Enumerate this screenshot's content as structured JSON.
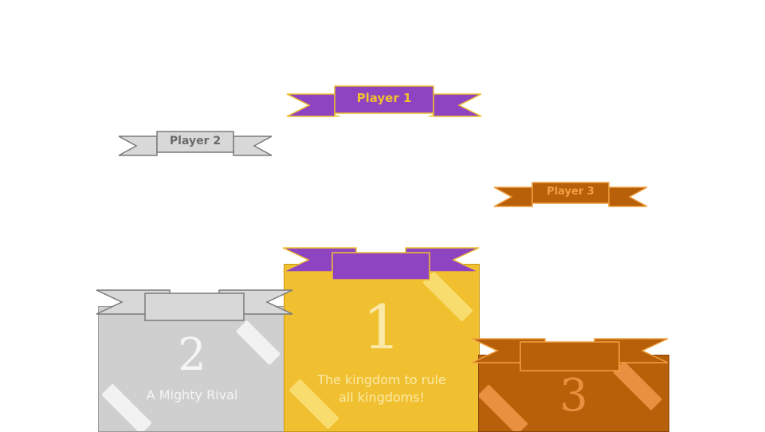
{
  "players": {
    "first": {
      "name": "Player 1",
      "color": "#8e44c0",
      "outline": "#f0c030",
      "text": "#f0c030"
    },
    "second": {
      "name": "Player 2",
      "color": "#d8d8d8",
      "outline": "#7a7a7a",
      "text": "#6a6a6a"
    },
    "third": {
      "name": "Player 3",
      "color": "#b85f0a",
      "outline": "#f0a040",
      "text": "#f0a040"
    }
  },
  "podium": {
    "first": {
      "rank": "1",
      "title_line1": "The kingdom to rule",
      "title_line2": "all kingdoms!",
      "color": "#f0c030"
    },
    "second": {
      "rank": "2",
      "title_line1": "A Mighty Rival",
      "color": "#cfcfcf"
    },
    "third": {
      "rank": "3",
      "color": "#b85f0a"
    }
  }
}
